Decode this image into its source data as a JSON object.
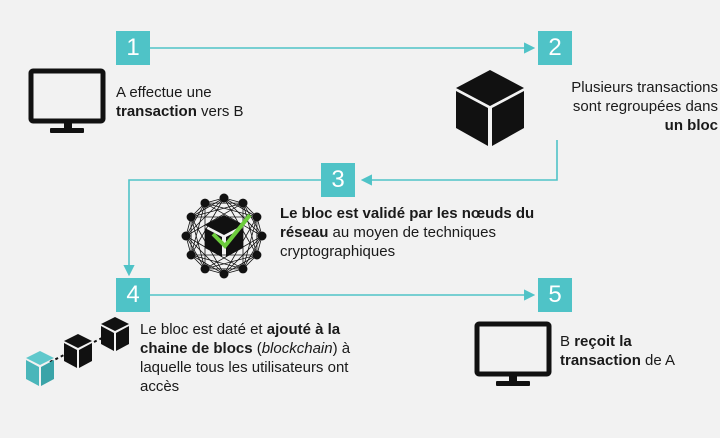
{
  "colors": {
    "accent": "#4fc3c7",
    "background": "#f2f2f2",
    "ink": "#1a1a1a",
    "check": "#6ccc3c"
  },
  "steps": [
    {
      "number": "1",
      "icon": "monitor-icon",
      "text": {
        "a": "A effectue une ",
        "b": "transaction",
        "c": " vers B"
      }
    },
    {
      "number": "2",
      "icon": "cube-icon",
      "text": {
        "a": "Plusieurs transactions",
        "b": "sont regroupées dans",
        "c": "un bloc"
      }
    },
    {
      "number": "3",
      "icon": "network-validation-icon",
      "text": {
        "a": "Le bloc est validé par les nœuds du",
        "b": "réseau",
        "c": " au moyen de techniques",
        "d": "cryptographiques"
      }
    },
    {
      "number": "4",
      "icon": "blockchain-icon",
      "text": {
        "a": "Le bloc est daté et ",
        "b": "ajouté à la",
        "c": "chaine de blocs",
        "d": " (",
        "e": "blockchain",
        "f": ") à",
        "g": "laquelle tous les utilisateurs ont",
        "h": "accès"
      }
    },
    {
      "number": "5",
      "icon": "monitor-icon",
      "text": {
        "a": "B ",
        "b": "reçoit la",
        "c": "transaction",
        "d": " de A"
      }
    }
  ]
}
